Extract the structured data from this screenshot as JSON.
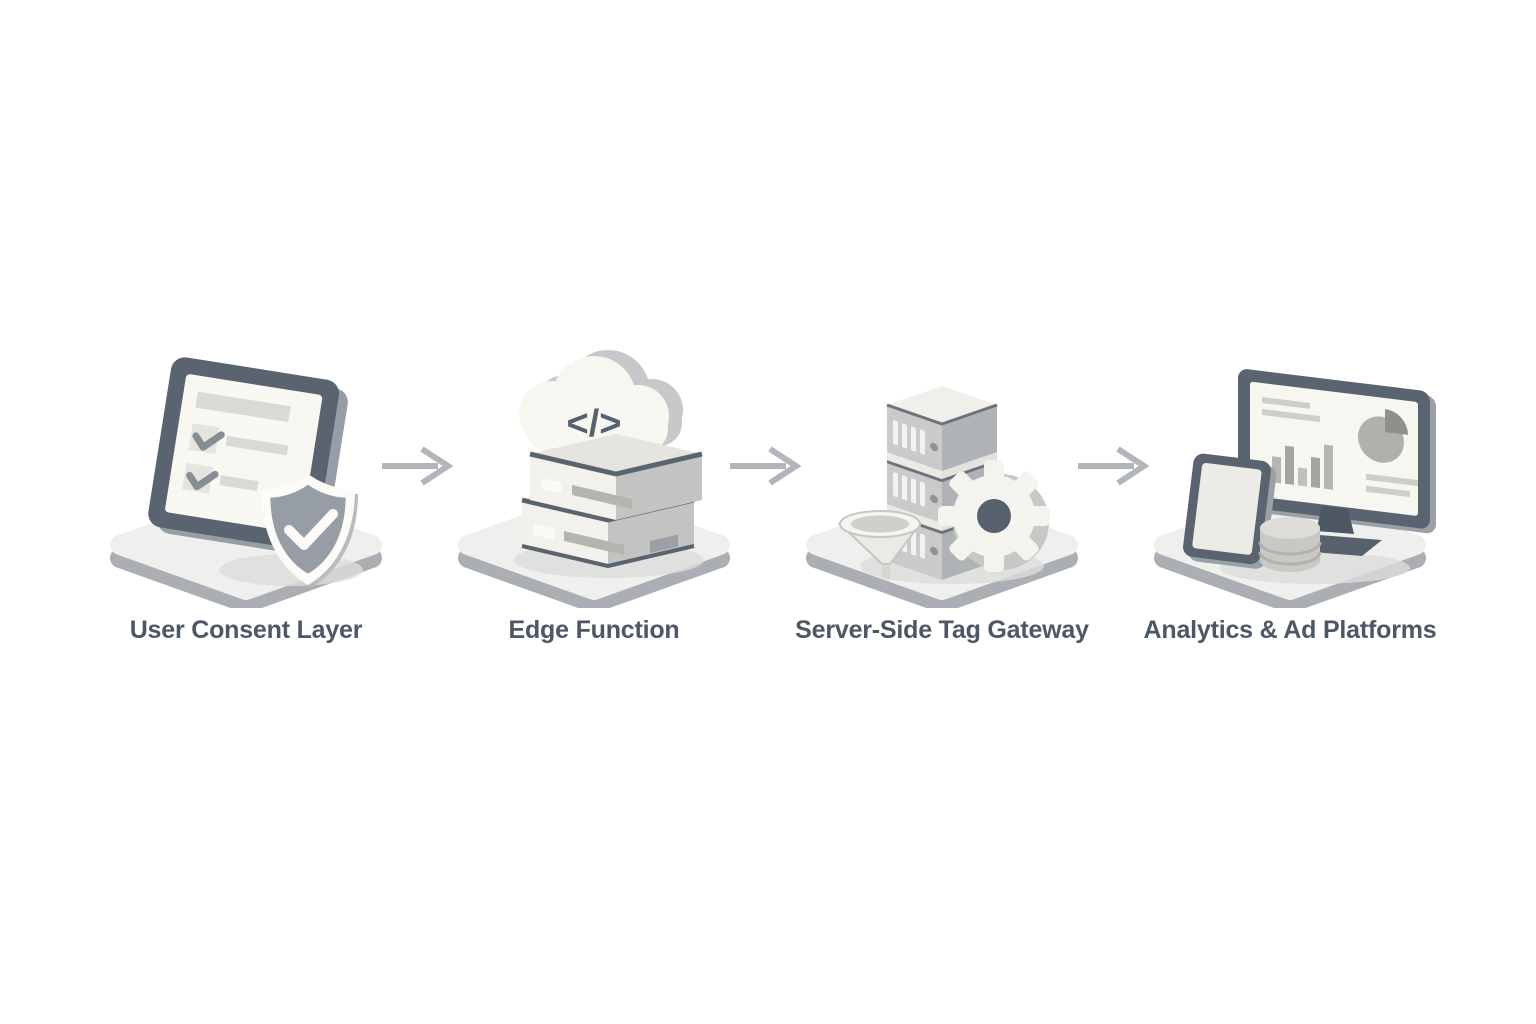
{
  "diagram": {
    "type": "flow",
    "direction": "left-to-right",
    "stages": [
      {
        "id": "user-consent-layer",
        "label": "User Consent Layer",
        "icon": "tablet-checklist-shield-icon"
      },
      {
        "id": "edge-function",
        "label": "Edge Function",
        "icon": "cloud-code-servers-icon",
        "code_glyph": "</>"
      },
      {
        "id": "server-side-tag-gateway",
        "label": "Server-Side Tag Gateway",
        "icon": "server-stack-gear-funnel-icon"
      },
      {
        "id": "analytics-ad-platforms",
        "label": "Analytics & Ad Platforms",
        "icon": "monitor-analytics-devices-icon"
      }
    ],
    "connectors": {
      "count": 3,
      "icon": "arrow-right-icon",
      "color": "#b2b6ba"
    },
    "colors": {
      "background": "#ffffff",
      "label_text": "#4d5765",
      "slate_frame": "#5a6470",
      "cream_surface": "#f8f6f0",
      "platform_top": "#efefed",
      "platform_side": "#abafb3",
      "mid_grey": "#9aa0a6",
      "light_detail": "#d9d7d2"
    }
  }
}
